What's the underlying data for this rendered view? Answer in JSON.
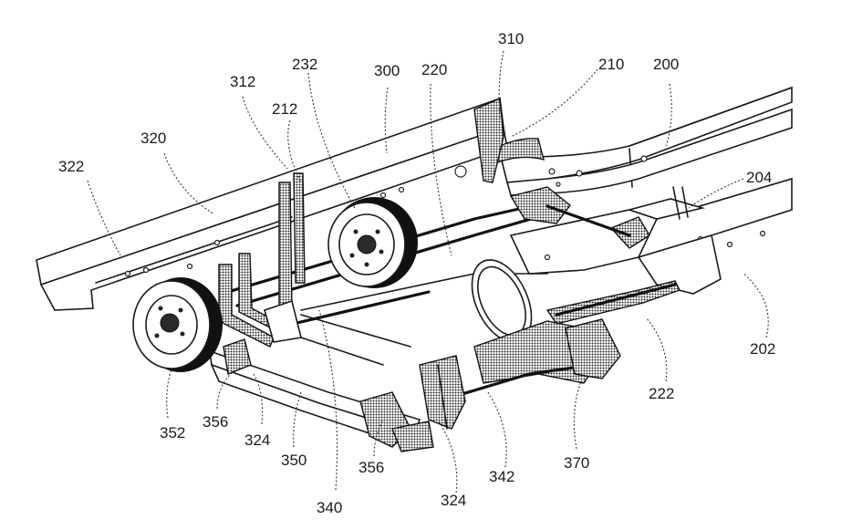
{
  "figure": {
    "type": "patent line drawing",
    "subject": "vehicle frame with rear tandem axle suspension (underside perspective)",
    "ink_color": "#1a1a1a",
    "background_color": "#ffffff"
  },
  "labels": [
    {
      "id": "310",
      "text": "310"
    },
    {
      "id": "210",
      "text": "210"
    },
    {
      "id": "200",
      "text": "200"
    },
    {
      "id": "232",
      "text": "232"
    },
    {
      "id": "300",
      "text": "300"
    },
    {
      "id": "220",
      "text": "220"
    },
    {
      "id": "312",
      "text": "312"
    },
    {
      "id": "212",
      "text": "212"
    },
    {
      "id": "320",
      "text": "320"
    },
    {
      "id": "322",
      "text": "322"
    },
    {
      "id": "204",
      "text": "204"
    },
    {
      "id": "202",
      "text": "202"
    },
    {
      "id": "222",
      "text": "222"
    },
    {
      "id": "370",
      "text": "370"
    },
    {
      "id": "342",
      "text": "342"
    },
    {
      "id": "324b",
      "text": "324"
    },
    {
      "id": "356b",
      "text": "356"
    },
    {
      "id": "340",
      "text": "340"
    },
    {
      "id": "350",
      "text": "350"
    },
    {
      "id": "324a",
      "text": "324"
    },
    {
      "id": "356a",
      "text": "356"
    },
    {
      "id": "352",
      "text": "352"
    }
  ]
}
